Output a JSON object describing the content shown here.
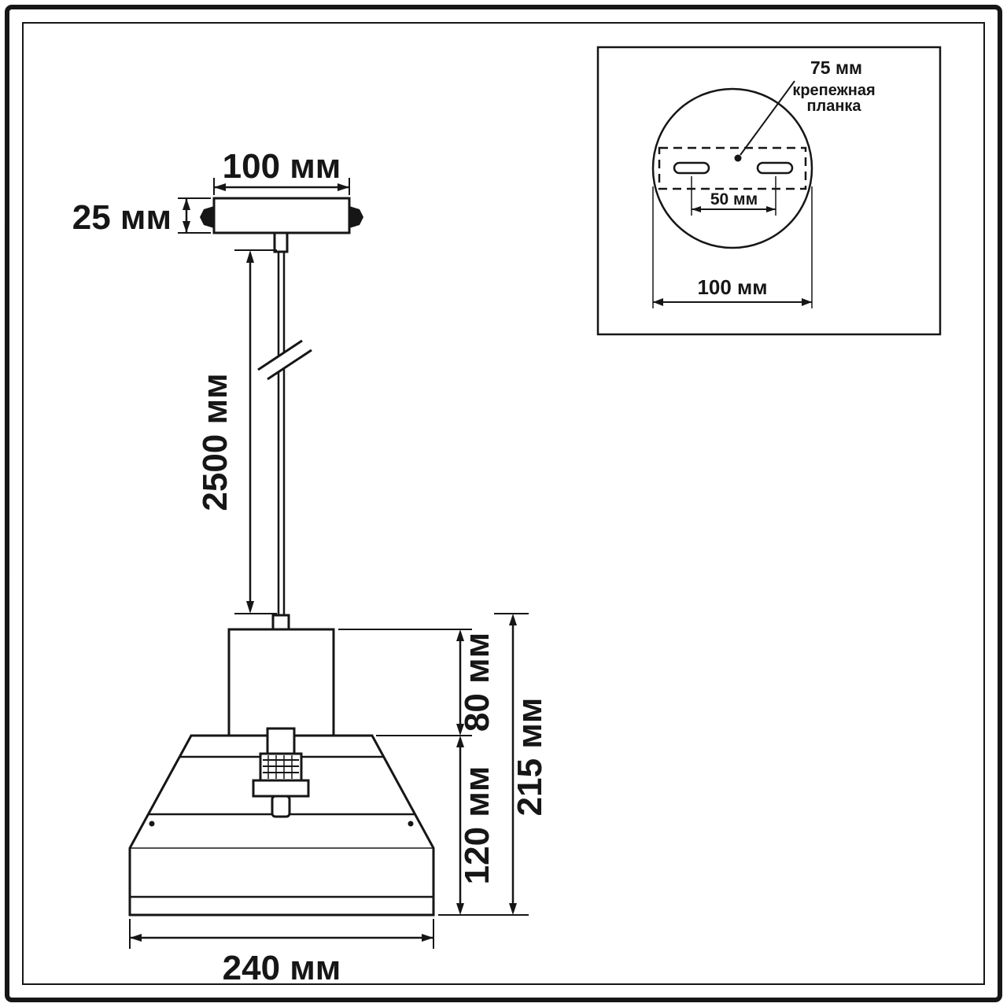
{
  "diagram": {
    "kind": "technical dimension drawing of a pendant ceiling lamp",
    "line_color": "#161616",
    "background_color": "#ffffff",
    "front_view": {
      "canopy_width_label": "100 мм",
      "canopy_height_label": "25 мм",
      "cable_length_label": "2500 мм",
      "neck_height_label": "80 мм",
      "shade_height_label": "120 мм",
      "fixture_height_label": "215 мм",
      "shade_width_label": "240 мм"
    },
    "mount_inset": {
      "plate_width_label": "75 мм",
      "plate_name_line1": "крепежная",
      "plate_name_line2": "планка",
      "slot_spacing_label": "50 мм",
      "plate_diameter_label": "100 мм"
    }
  }
}
